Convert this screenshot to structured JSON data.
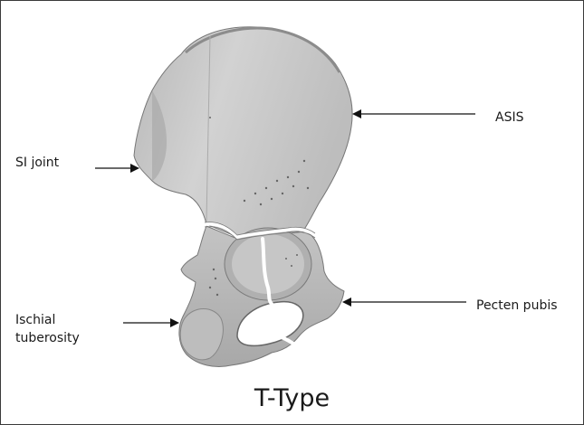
{
  "labels": {
    "asis": "ASIS",
    "si_joint": "SI joint",
    "pecten_pubis": "Pecten pubis",
    "ischial_tuberosity": "Ischial tuberosity"
  },
  "title": "T-Type",
  "colors": {
    "bone_fill": "#c9c9c9",
    "bone_shadow": "#9a9a9a",
    "bone_highlight": "#e4e4e4",
    "fracture_line": "#ffffff",
    "arrow": "#111111",
    "text": "#1a1a1a"
  }
}
